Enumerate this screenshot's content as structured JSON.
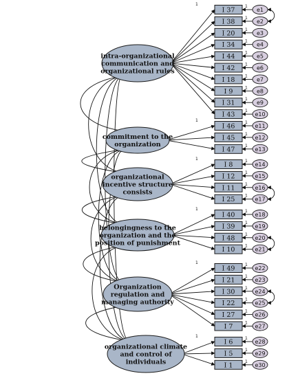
{
  "diagram": {
    "factors": [
      {
        "id": "f1",
        "lines": [
          "intra-organizational",
          "communication and",
          "organizational rules"
        ],
        "indicators": [
          {
            "label": "I 37",
            "error": "e1"
          },
          {
            "label": "I 38",
            "error": "e2"
          },
          {
            "label": "I 20",
            "error": "e3"
          },
          {
            "label": "I 34",
            "error": "e4"
          },
          {
            "label": "I 44",
            "error": "e5"
          },
          {
            "label": "I 42",
            "error": "e6"
          },
          {
            "label": "I 18",
            "error": "e7"
          },
          {
            "label": "I 9",
            "error": "e8"
          },
          {
            "label": "I 31",
            "error": "e9"
          },
          {
            "label": "I 43",
            "error": "e10"
          }
        ]
      },
      {
        "id": "f2",
        "lines": [
          "commitment to the",
          "organization"
        ],
        "indicators": [
          {
            "label": "I 46",
            "error": "e11"
          },
          {
            "label": "I 45",
            "error": "e12"
          },
          {
            "label": "I 47",
            "error": "e13"
          }
        ]
      },
      {
        "id": "f3",
        "lines": [
          "organizational",
          "incentive structure",
          "consists"
        ],
        "indicators": [
          {
            "label": "I 8",
            "error": "e14"
          },
          {
            "label": "I 12",
            "error": "e15"
          },
          {
            "label": "I 11",
            "error": "e16"
          },
          {
            "label": "I 25",
            "error": "e17"
          }
        ]
      },
      {
        "id": "f4",
        "lines": [
          "belongingness to the",
          "organization and the",
          "position of punishment"
        ],
        "indicators": [
          {
            "label": "I 40",
            "error": "e18"
          },
          {
            "label": "I 39",
            "error": "e19"
          },
          {
            "label": "I 48",
            "error": "e20"
          },
          {
            "label": "I 10",
            "error": "e21"
          }
        ]
      },
      {
        "id": "f5",
        "lines": [
          "Organization",
          "regulation and",
          "managing authority"
        ],
        "indicators": [
          {
            "label": "I 49",
            "error": "e22"
          },
          {
            "label": "I 21",
            "error": "e23"
          },
          {
            "label": "I 30",
            "error": "e24"
          },
          {
            "label": "I 22",
            "error": "e25"
          },
          {
            "label": "I 27",
            "error": "e26"
          },
          {
            "label": "I 7",
            "error": "e27"
          }
        ]
      },
      {
        "id": "f6",
        "lines": [
          "organizational climate",
          "and control of",
          "individuals"
        ],
        "indicators": [
          {
            "label": "I 6",
            "error": "e28"
          },
          {
            "label": "I 5",
            "error": "e29"
          },
          {
            "label": "I 1",
            "error": "e30"
          }
        ]
      }
    ],
    "fixed_loading_label": "1",
    "error_loading_label": "1"
  }
}
